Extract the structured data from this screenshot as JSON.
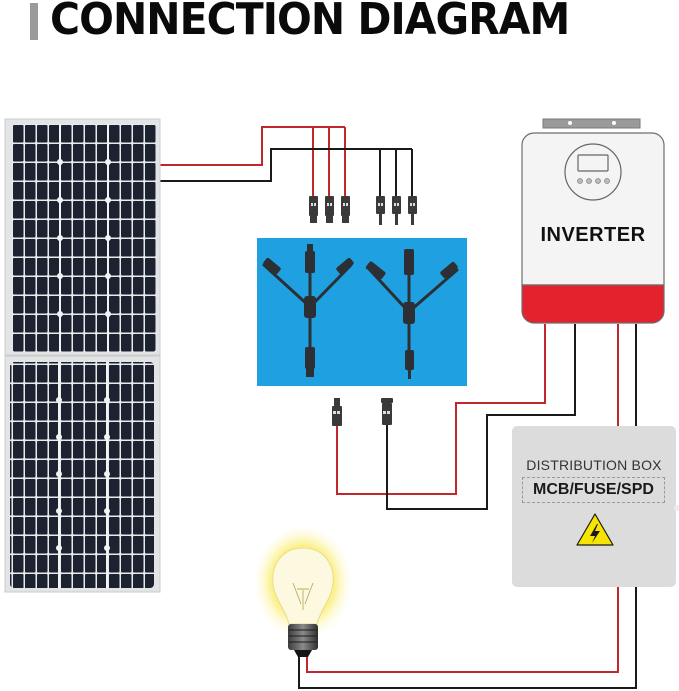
{
  "header": {
    "title": "CONNECTION DIAGRAM"
  },
  "components": {
    "solar_panels": {
      "count": 2,
      "label": ""
    },
    "branch_connectors": {
      "label": "",
      "type": "MC4 Y-branch connectors (3-to-1)",
      "inputs_per_branch": 3
    },
    "inverter": {
      "label": "INVERTER"
    },
    "distribution_box": {
      "label": "DISTRIBUTION BOX",
      "sub_label": "MCB/FUSE/SPD",
      "icon": "high-voltage-warning-icon"
    },
    "load": {
      "icon": "light-bulb-icon"
    }
  },
  "colors": {
    "positive_wire": "#c0282d",
    "negative_wire": "#1a1a1a",
    "branch_background": "#1fa0e0",
    "inverter_accent": "#e3222d",
    "inverter_body": "#f4f4f4",
    "distribution_box": "#dcdcdd",
    "warning_yellow": "#f6e500",
    "panel_cell": "#1d2230",
    "panel_frame": "#e2e4e6"
  }
}
